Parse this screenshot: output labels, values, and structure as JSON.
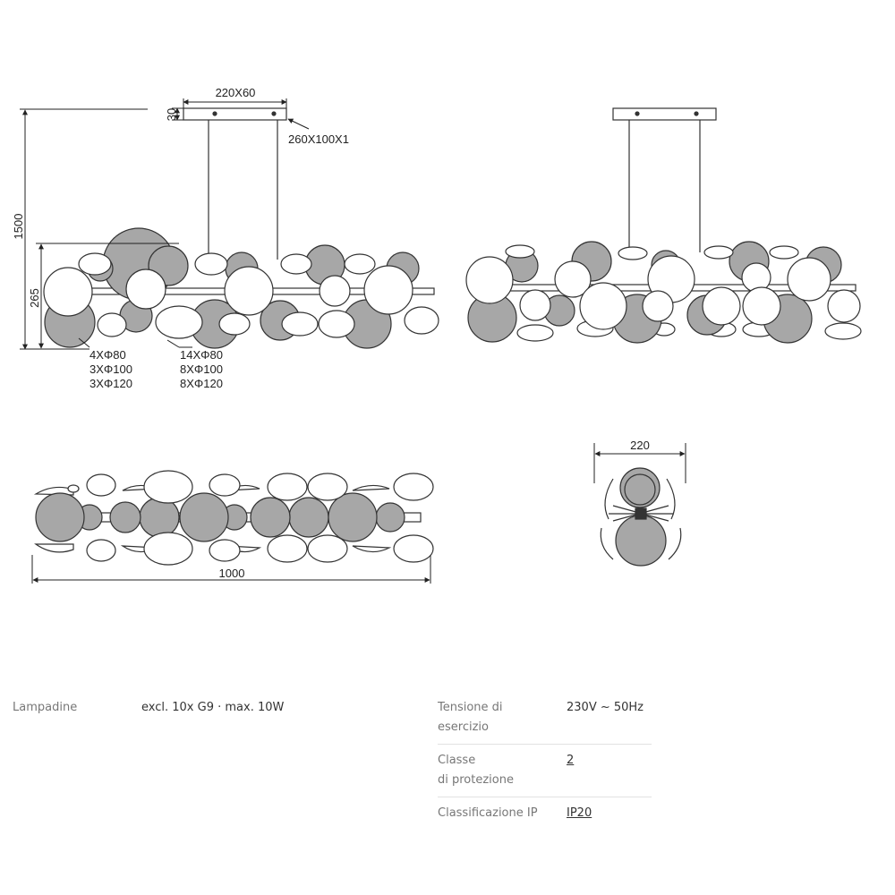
{
  "dimensions": {
    "canopy": "220X60",
    "canopy_height": "30",
    "plate": "260X100X1",
    "total_height": "1500",
    "body_height": "265",
    "width": "1000",
    "depth": "220"
  },
  "shades_left": [
    "4XΦ80",
    "3XΦ100",
    "3XΦ120"
  ],
  "shades_right": [
    "14XΦ80",
    "8XΦ100",
    "8XΦ120"
  ],
  "specs": {
    "lampadine_label": "Lampadine",
    "lampadine_value": "excl. 10x G9 · max. 10W",
    "tensione_label_1": "Tensione di",
    "tensione_label_2": "esercizio",
    "tensione_value": "230V ~ 50Hz",
    "classe_label_1": "Classe",
    "classe_label_2": "di protezione",
    "classe_value": "2",
    "ip_label": "Classificazione IP",
    "ip_value": "IP20"
  },
  "colors": {
    "line": "#333333",
    "grey_disc": "#a7a7a7",
    "white_disc": "#ffffff"
  }
}
